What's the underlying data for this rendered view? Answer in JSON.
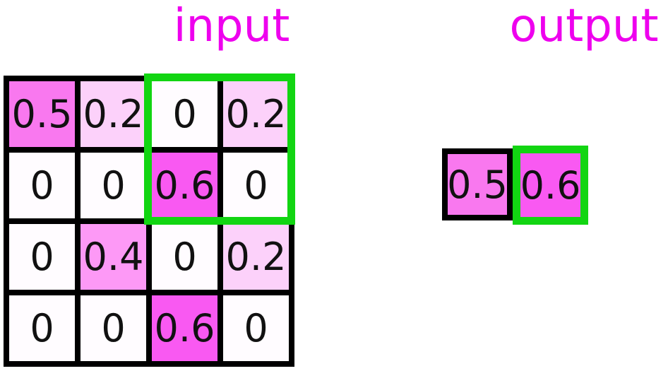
{
  "titles": {
    "input": "input",
    "output": "output"
  },
  "colors": {
    "title": "#ee00ee",
    "grid_border": "#000000",
    "highlight_green": "#12d512",
    "number_text": "#111111",
    "background": "#ffffff",
    "value_scale": {
      "0": "#fffcff",
      "0.2": "#fcd1fa",
      "0.4": "#fd99f6",
      "0.5": "#f978ef",
      "0.6": "#f959f2"
    }
  },
  "input": {
    "rows": 4,
    "cols": 4,
    "cells": [
      [
        {
          "label": "0.5",
          "value": 0.5,
          "color": "#f978ef"
        },
        {
          "label": "0.2",
          "value": 0.2,
          "color": "#fcd1fa"
        },
        {
          "label": "0",
          "value": 0,
          "color": "#fffcff"
        },
        {
          "label": "0.2",
          "value": 0.2,
          "color": "#fcd1fa"
        }
      ],
      [
        {
          "label": "0",
          "value": 0,
          "color": "#fffcff"
        },
        {
          "label": "0",
          "value": 0,
          "color": "#fffcff"
        },
        {
          "label": "0.6",
          "value": 0.6,
          "color": "#f959f2"
        },
        {
          "label": "0",
          "value": 0,
          "color": "#fffcff"
        }
      ],
      [
        {
          "label": "0",
          "value": 0,
          "color": "#fffcff"
        },
        {
          "label": "0.4",
          "value": 0.4,
          "color": "#fd99f6"
        },
        {
          "label": "0",
          "value": 0,
          "color": "#fffcff"
        },
        {
          "label": "0.2",
          "value": 0.2,
          "color": "#fcd1fa"
        }
      ],
      [
        {
          "label": "0",
          "value": 0,
          "color": "#fffcff"
        },
        {
          "label": "0",
          "value": 0,
          "color": "#fffcff"
        },
        {
          "label": "0.6",
          "value": 0.6,
          "color": "#f959f2"
        },
        {
          "label": "0",
          "value": 0,
          "color": "#fffcff"
        }
      ]
    ],
    "highlight_window": {
      "row_start": 1,
      "row_end": 2,
      "col_start": 3,
      "col_end": 4
    }
  },
  "output": {
    "cells": [
      {
        "label": "0.5",
        "value": 0.5,
        "color": "#f978ef",
        "highlighted": false
      },
      {
        "label": "0.6",
        "value": 0.6,
        "color": "#f959f2",
        "highlighted": true
      }
    ]
  }
}
